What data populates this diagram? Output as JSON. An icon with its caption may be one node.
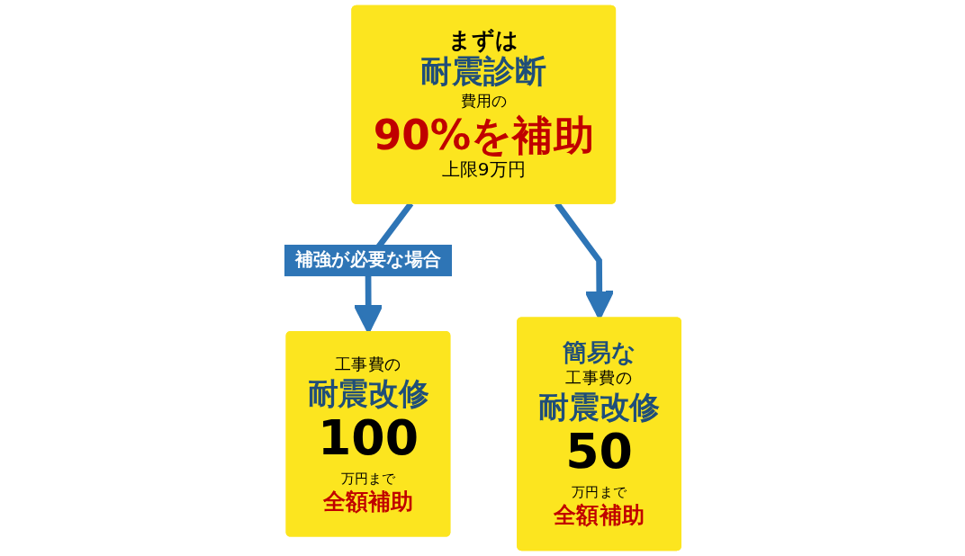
{
  "diagram": {
    "nodes": [
      {
        "text": [
          "まずは",
          "耐震診断",
          "費用の",
          "90%を補助",
          "上限9万円"
        ]
      },
      {
        "text": [
          "工事費の",
          "耐震改修",
          "100",
          "万円まで",
          "全額補助"
        ]
      },
      {
        "text": [
          "簡易な",
          "工事費の",
          "耐震改修",
          "50",
          "万円まで",
          "全額補助"
        ]
      }
    ],
    "edges": [
      {
        "from": 0,
        "to": 1,
        "arrow": "to",
        "label": "補強が必要な場合"
      },
      {
        "from": 0,
        "to": 2,
        "arrow": "to"
      }
    ]
  }
}
